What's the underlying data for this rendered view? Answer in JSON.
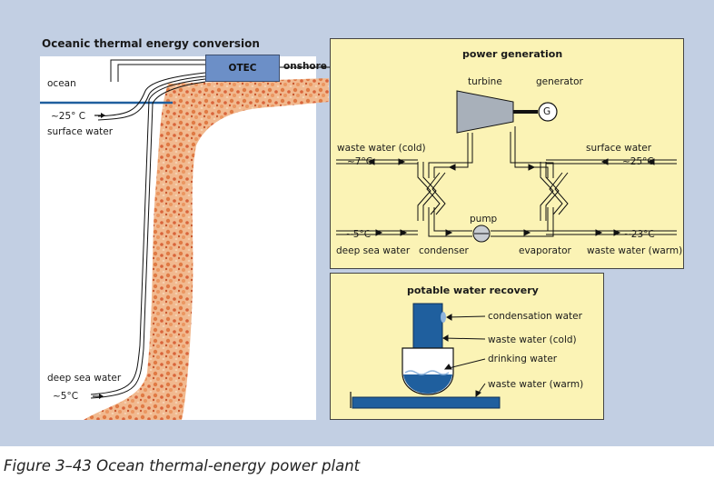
{
  "title": "Oceanic thermal energy conversion",
  "caption": "Figure 3–43  Ocean thermal-energy power plant",
  "ocean_side": {
    "ocean": "ocean",
    "otec": "OTEC",
    "onshore": "onshore",
    "surface_temp": "~25° C",
    "surface_label": "surface water",
    "deep_label": "deep sea water",
    "deep_temp": "~5°C"
  },
  "power_generation": {
    "title": "power generation",
    "turbine": "turbine",
    "generator": "generator",
    "generator_symbol": "G",
    "waste_cold_label": "waste water (cold)",
    "waste_cold_temp": "~7°C",
    "surface_label": "surface water",
    "surface_temp": "~25°C",
    "pump": "pump",
    "deep_temp": "~5°C",
    "deep_label": "deep sea water",
    "condenser": "condenser",
    "evaporator": "evaporator",
    "waste_warm_temp": "~23°C",
    "waste_warm_label": "waste water (warm)"
  },
  "potable_water": {
    "title": "potable water recovery",
    "condensation": "condensation water",
    "waste_cold": "waste water (cold)",
    "drinking": "drinking water",
    "waste_warm": "waste water (warm)"
  },
  "colors": {
    "panel_bg": "#fbf3b5",
    "frame_bg": "#c2cfe3",
    "water_blue": "#1f5f9e",
    "rock": "#e8a070"
  }
}
